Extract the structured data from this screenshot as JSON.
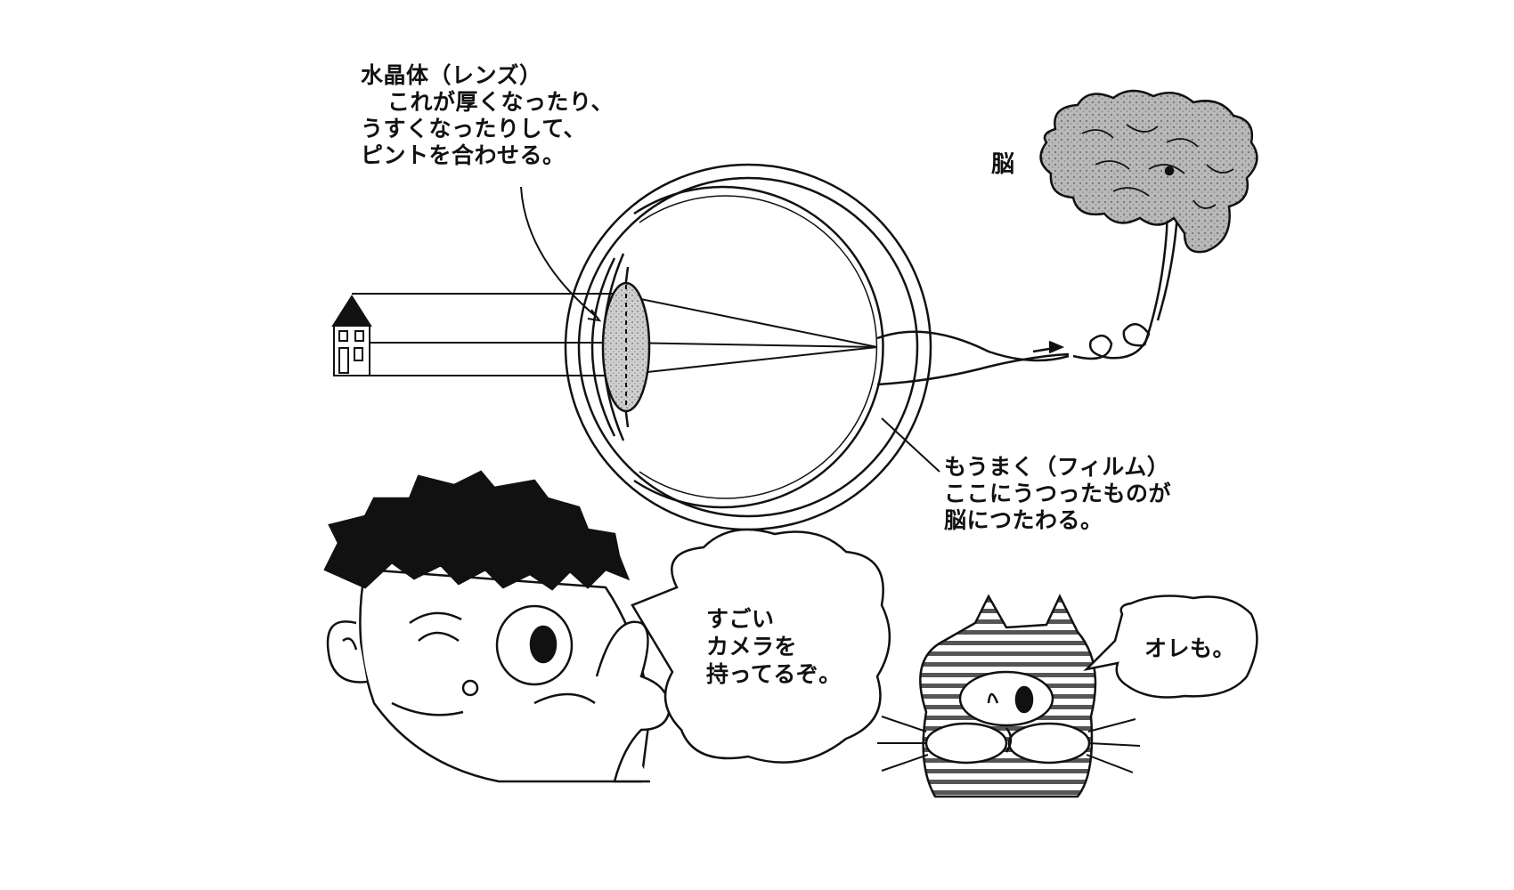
{
  "labels": {
    "lens": {
      "title": "水晶体（レンズ）",
      "lines": [
        "これが厚くなったり、",
        "うすくなったりして、",
        "ピントを合わせる。"
      ]
    },
    "brain": "脳",
    "retina": {
      "title": "もうまく（フィルム）",
      "lines": [
        "ここにうつったものが",
        "脳につたわる。"
      ]
    }
  },
  "speech": {
    "boy": [
      "すごい",
      "カメラを",
      "持ってるぞ。"
    ],
    "cat": "オレも。"
  }
}
